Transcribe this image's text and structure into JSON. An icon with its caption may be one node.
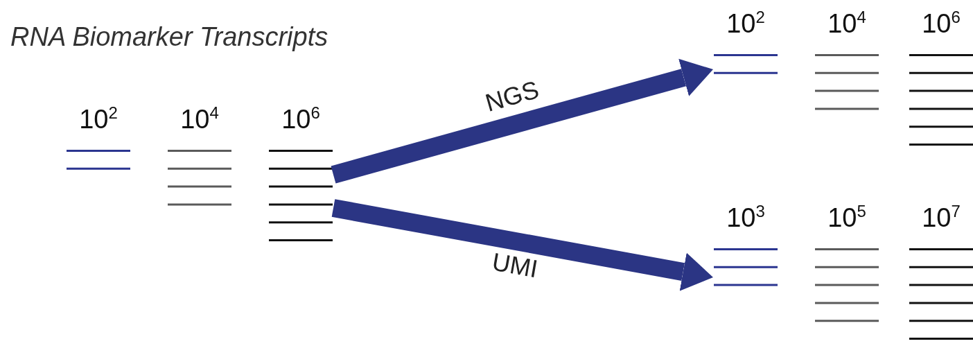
{
  "diagram": {
    "title": "RNA Biomarker Transcripts",
    "nodes": [
      {
        "text": [
          "10$^{2}$",
          "10$^{4}$",
          "10$^{6}$"
        ]
      },
      {
        "text": [
          "10$^{2}$",
          "10$^{4}$",
          "10$^{6}$"
        ]
      },
      {
        "text": [
          "10$^{3}$",
          "10$^{5}$",
          "10$^{7}$"
        ]
      }
    ],
    "edges": [
      {
        "from": 0,
        "to": 1,
        "arrow": "to",
        "label": "NGS"
      },
      {
        "from": 0,
        "to": 2,
        "arrow": "to",
        "label": "UMI"
      }
    ]
  }
}
